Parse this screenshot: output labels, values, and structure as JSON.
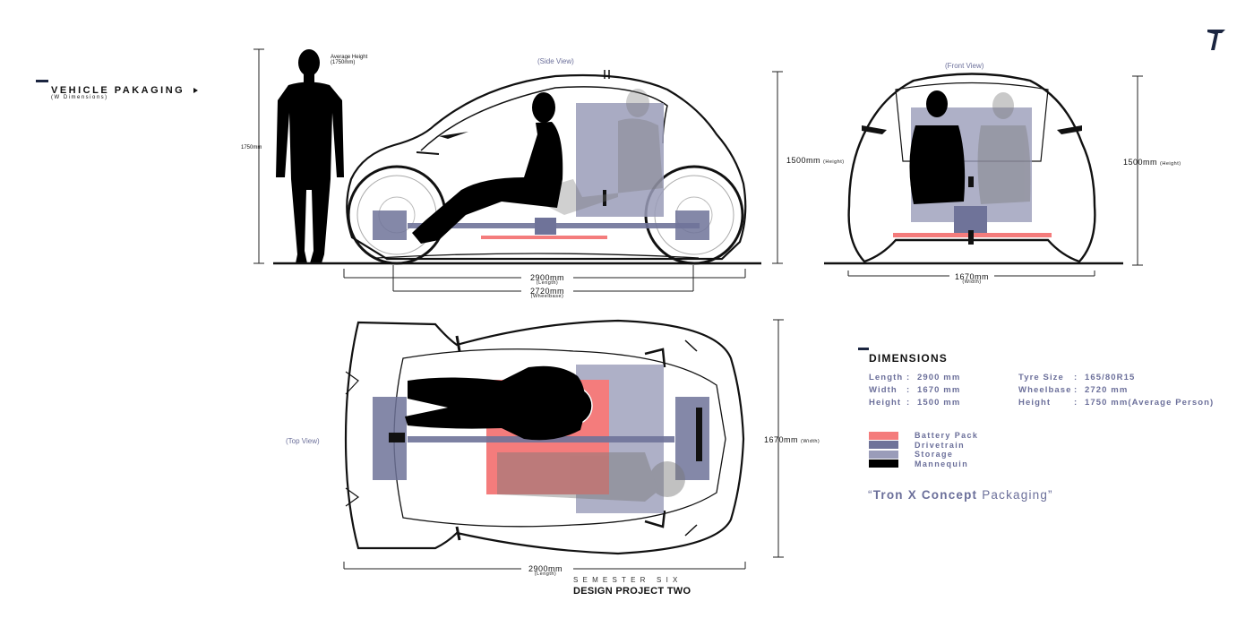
{
  "header": {
    "title": "VEHICLE PAKAGING",
    "subtitle": "(W Dimensions)"
  },
  "views": {
    "side": "(Side View)",
    "front": "(Front View)",
    "top": "(Top View)"
  },
  "human": {
    "label_line1": "Average Height",
    "label_line2": "(1750mm)",
    "height_mark": "1750mm"
  },
  "side_dims": {
    "height": "1500mm",
    "height_note": "(Height)",
    "length": "2900mm",
    "length_note": "(Length)",
    "wheelbase": "2720mm",
    "wheelbase_note": "(Wheelbase)"
  },
  "front_dims": {
    "height": "1500mm",
    "height_note": "(Height)",
    "width": "1670mm",
    "width_note": "(Width)"
  },
  "top_dims": {
    "width": "1670mm",
    "width_note": "(Width)",
    "length": "2900mm",
    "length_note": "(Length)"
  },
  "dimensions": {
    "heading": "DIMENSIONS",
    "left": [
      {
        "key": "Length",
        "sep": ":",
        "value": "2900 mm"
      },
      {
        "key": "Width",
        "sep": ":",
        "value": "1670 mm"
      },
      {
        "key": "Height",
        "sep": ":",
        "value": "1500 mm"
      }
    ],
    "right": [
      {
        "key": "Tyre Size",
        "sep": ":",
        "value": "165/80R15"
      },
      {
        "key": "Wheelbase",
        "sep": ":",
        "value": "2720 mm"
      },
      {
        "key": "Height",
        "sep": ":",
        "value": "1750 mm(Average Person)"
      }
    ]
  },
  "legend": [
    {
      "label": "Battery Pack",
      "color": "#f47c7c"
    },
    {
      "label": "Drivetrain",
      "color": "#6f7399"
    },
    {
      "label": "Storage",
      "color": "#9a9cb9"
    },
    {
      "label": "Mannequin",
      "color": "#000000"
    }
  ],
  "tagline": {
    "open": "“",
    "strong": "Tron X Concept",
    "rest": " Packaging”"
  },
  "footer": {
    "line1": "SEMESTER SIX",
    "line2": "DESIGN PROJECT TWO"
  },
  "colors": {
    "accent": "#6b6f9a",
    "battery": "#f47c7c",
    "drivetrain": "#6f7399",
    "storage": "#9a9cb9",
    "mannequin": "#000000",
    "header_bar": "#1b2540"
  }
}
